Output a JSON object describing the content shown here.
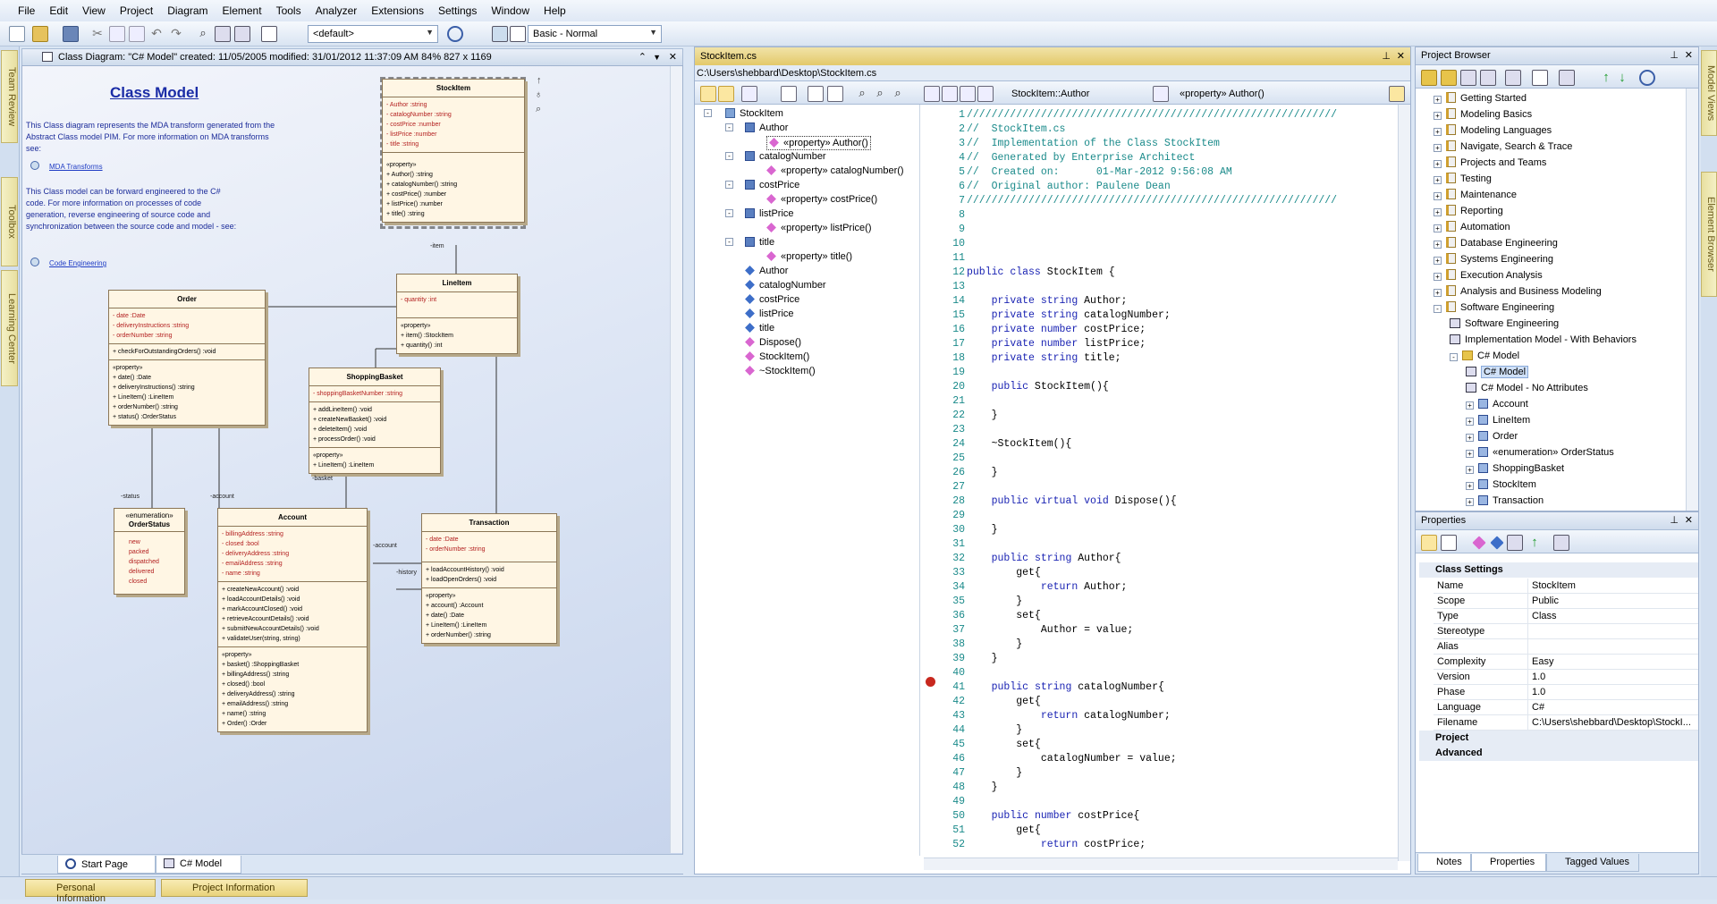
{
  "menu": [
    "File",
    "Edit",
    "View",
    "Project",
    "Diagram",
    "Element",
    "Tools",
    "Analyzer",
    "Extensions",
    "Settings",
    "Window",
    "Help"
  ],
  "toolbar": {
    "default_combo": "<default>",
    "perspective_combo": "Basic - Normal"
  },
  "left_tabs": [
    "Team Review",
    "Toolbox",
    "Learning Center"
  ],
  "diagram_pane": {
    "header": "Class Diagram: \"C# Model\"   created: 11/05/2005  modified: 31/01/2012 11:37:09 AM   84%   827 x 1169",
    "title": "Class Model",
    "desc1": "This Class diagram represents the MDA transform generated from the Abstract Class model PIM. For more information on MDA transforms see:",
    "link1": "MDA Transforms",
    "desc2": "This Class model can be forward engineered to the C# code. For more information on processes of code generation, reverse engineering of source code and synchronization between the source code and model - see:",
    "link2": "Code Engineering",
    "tabs": [
      "Start Page",
      "C# Model"
    ],
    "labels": {
      "item": "-item",
      "basket": "-basket",
      "status": "-status",
      "account": "-account",
      "account2": "-account",
      "history": "-history"
    }
  },
  "classes": {
    "stockitem": {
      "name": "StockItem",
      "attrs": [
        "- Author :string",
        "- catalogNumber :string",
        "- costPrice :number",
        "- listPrice :number",
        "- title :string"
      ],
      "prop": "«property»",
      "ops": [
        "+ Author() :string",
        "+ catalogNumber() :string",
        "+ costPrice() :number",
        "+ listPrice() :number",
        "+ title() :string"
      ]
    },
    "lineitem": {
      "name": "LineItem",
      "attrs": [
        "- quantity :int"
      ],
      "prop": "«property»",
      "ops": [
        "+ item() :StockItem",
        "+ quantity() :int"
      ]
    },
    "order": {
      "name": "Order",
      "attrs": [
        "- date :Date",
        "- deliveryInstructions :string",
        "- orderNumber :string"
      ],
      "ops1": [
        "+ checkForOutstandingOrders() :void"
      ],
      "prop": "«property»",
      "ops": [
        "+ date() :Date",
        "+ deliveryInstructions() :string",
        "+ LineItem() :LineItem",
        "+ orderNumber() :string",
        "+ status() :OrderStatus"
      ]
    },
    "basket": {
      "name": "ShoppingBasket",
      "attrs": [
        "- shoppingBasketNumber :string"
      ],
      "ops1": [
        "+ addLineItem() :void",
        "+ createNewBasket() :void",
        "+ deleteItem() :void",
        "+ processOrder() :void"
      ],
      "prop": "«property»",
      "ops": [
        "+ LineItem() :LineItem"
      ]
    },
    "status": {
      "ster": "«enumeration»",
      "name": "OrderStatus",
      "vals": [
        "new",
        "packed",
        "dispatched",
        "delivered",
        "closed"
      ]
    },
    "account": {
      "name": "Account",
      "attrs": [
        "- billingAddress :string",
        "- closed :bool",
        "- deliveryAddress :string",
        "- emailAddress :string",
        "- name :string"
      ],
      "ops1": [
        "+ createNewAccount() :void",
        "+ loadAccountDetails() :void",
        "+ markAccountClosed() :void",
        "+ retrieveAccountDetails() :void",
        "+ submitNewAccountDetails() :void",
        "+ validateUser(string, string)"
      ],
      "prop": "«property»",
      "ops": [
        "+ basket() :ShoppingBasket",
        "+ billingAddress() :string",
        "+ closed() :bool",
        "+ deliveryAddress() :string",
        "+ emailAddress() :string",
        "+ name() :string",
        "+ Order() :Order"
      ]
    },
    "transaction": {
      "name": "Transaction",
      "attrs": [
        "- date :Date",
        "- orderNumber :string"
      ],
      "ops1": [
        "+ loadAccountHistory() :void",
        "+ loadOpenOrders() :void"
      ],
      "prop": "«property»",
      "ops": [
        "+ account() :Account",
        "+ date() :Date",
        "+ LineItem() :LineItem",
        "+ orderNumber() :string"
      ]
    }
  },
  "source": {
    "tab": "StockItem.cs",
    "path": "C:\\Users\\shebbard\\Desktop\\StockItem.cs",
    "combo1": "StockItem::Author",
    "combo2": "«property» Author()",
    "tree": [
      "StockItem",
      "Author",
      "«property» Author()",
      "catalogNumber",
      "«property» catalogNumber()",
      "costPrice",
      "«property» costPrice()",
      "listPrice",
      "«property» listPrice()",
      "title",
      "«property» title()",
      "Author",
      "catalogNumber",
      "costPrice",
      "listPrice",
      "title",
      "Dispose()",
      "StockItem()",
      "~StockItem()"
    ],
    "lines": [
      "////////////////////////////////////////////////////////////",
      "//  StockItem.cs",
      "//  Implementation of the Class StockItem",
      "//  Generated by Enterprise Architect",
      "//  Created on:      01-Mar-2012 9:56:08 AM",
      "//  Original author: Paulene Dean",
      "////////////////////////////////////////////////////////////",
      "",
      "",
      "",
      "",
      "public class StockItem {",
      "",
      "    private string Author;",
      "    private string catalogNumber;",
      "    private number costPrice;",
      "    private number listPrice;",
      "    private string title;",
      "",
      "    public StockItem(){",
      "",
      "    }",
      "",
      "    ~StockItem(){",
      "",
      "    }",
      "",
      "    public virtual void Dispose(){",
      "",
      "    }",
      "",
      "    public string Author{",
      "        get{",
      "            return Author;",
      "        }",
      "        set{",
      "            Author = value;",
      "        }",
      "    }",
      "",
      "    public string catalogNumber{",
      "        get{",
      "            return catalogNumber;",
      "        }",
      "        set{",
      "            catalogNumber = value;",
      "        }",
      "    }",
      "",
      "    public number costPrice{",
      "        get{",
      "            return costPrice;"
    ]
  },
  "project_browser": {
    "title": "Project Browser",
    "items": [
      "Getting Started",
      "Modeling Basics",
      "Modeling Languages",
      "Navigate, Search & Trace",
      "Projects and Teams",
      "Testing",
      "Maintenance",
      "Reporting",
      "Automation",
      "Database Engineering",
      "Systems Engineering",
      "Execution Analysis",
      "Analysis and Business Modeling",
      "Software Engineering",
      "Software Engineering",
      "Implementation Model - With Behaviors",
      "C# Model",
      "C# Model",
      "C# Model - No Attributes",
      "Account",
      "LineItem",
      "Order",
      "«enumeration» OrderStatus",
      "ShoppingBasket",
      "StockItem",
      "Transaction"
    ]
  },
  "properties": {
    "title": "Properties",
    "cat1": "Class Settings",
    "rows": [
      [
        "Name",
        "StockItem"
      ],
      [
        "Scope",
        "Public"
      ],
      [
        "Type",
        "Class"
      ],
      [
        "Stereotype",
        ""
      ],
      [
        "Alias",
        ""
      ],
      [
        "Complexity",
        "Easy"
      ],
      [
        "Version",
        "1.0"
      ],
      [
        "Phase",
        "1.0"
      ],
      [
        "Language",
        "C#"
      ],
      [
        "Filename",
        "C:\\Users\\shebbard\\Desktop\\StockI..."
      ]
    ],
    "cat2": "Project",
    "cat3": "Advanced",
    "tabs": [
      "Notes",
      "Properties",
      "Tagged Values"
    ]
  },
  "right_tabs": [
    "Model Views",
    "Element Browser"
  ],
  "status_tabs": [
    "Personal Information",
    "Project Information"
  ]
}
